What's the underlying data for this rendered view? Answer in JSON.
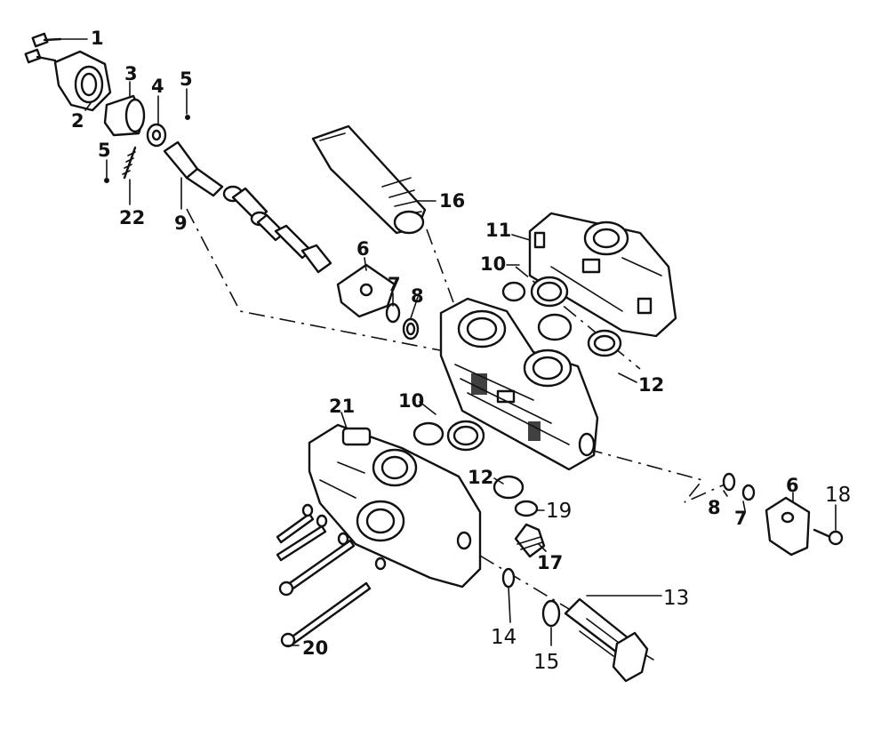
{
  "diagram": {
    "callouts": [
      {
        "id": "1",
        "text": "1"
      },
      {
        "id": "2",
        "text": "2"
      },
      {
        "id": "3",
        "text": "3"
      },
      {
        "id": "4",
        "text": "4"
      },
      {
        "id": "5a",
        "text": "5"
      },
      {
        "id": "5b",
        "text": "5"
      },
      {
        "id": "22",
        "text": "22"
      },
      {
        "id": "9",
        "text": "9"
      },
      {
        "id": "16",
        "text": "16"
      },
      {
        "id": "11",
        "text": "11"
      },
      {
        "id": "10a",
        "text": "10"
      },
      {
        "id": "6a",
        "text": "6"
      },
      {
        "id": "7a",
        "text": "7"
      },
      {
        "id": "8a",
        "text": "8"
      },
      {
        "id": "12a",
        "text": "12"
      },
      {
        "id": "10b",
        "text": "10"
      },
      {
        "id": "21",
        "text": "21"
      },
      {
        "id": "12b",
        "text": "12"
      },
      {
        "id": "19",
        "text": "19"
      },
      {
        "id": "17",
        "text": "17"
      },
      {
        "id": "8b",
        "text": "8"
      },
      {
        "id": "7b",
        "text": "7"
      },
      {
        "id": "6b",
        "text": "6"
      },
      {
        "id": "18",
        "text": "18"
      },
      {
        "id": "13",
        "text": "13"
      },
      {
        "id": "14",
        "text": "14"
      },
      {
        "id": "15",
        "text": "15"
      },
      {
        "id": "20",
        "text": "20"
      }
    ]
  }
}
